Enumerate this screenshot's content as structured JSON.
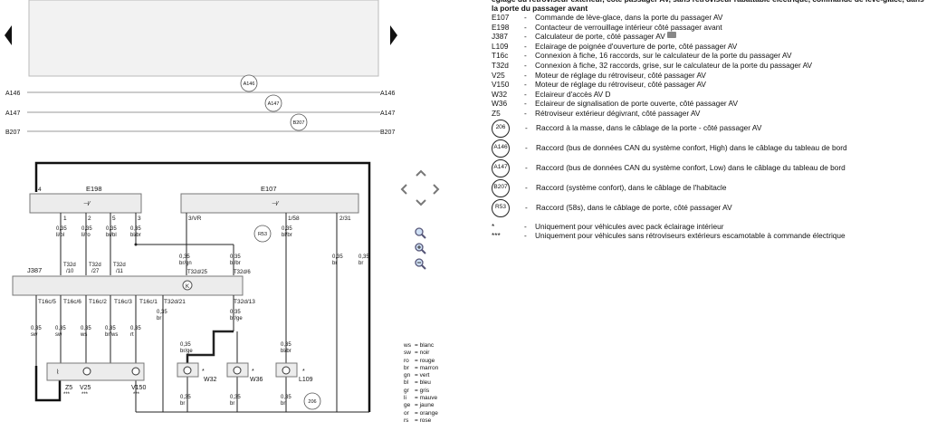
{
  "legend": {
    "title": "églage du rétroviseur extérieur, côté passager AV, sans rétroviseur rabattable électrique, commande de lève-glace, dans la porte du passager avant",
    "items": [
      {
        "code": "E107",
        "desc": "Commande de lève-glace, dans la porte du passager AV"
      },
      {
        "code": "E198",
        "desc": "Contacteur de verrouillage intérieur côté passager avant"
      },
      {
        "code": "J387",
        "desc": "Calculateur de porte, côté passager AV"
      },
      {
        "code": "L109",
        "desc": "Eclairage de poignée d'ouverture de porte, côté passager AV"
      },
      {
        "code": "T16c",
        "desc": "Connexion à fiche, 16 raccords, sur le calculateur de la porte du passager AV"
      },
      {
        "code": "T32d",
        "desc": "Connexion à fiche, 32 raccords, grise, sur le calculateur de la porte du passager AV"
      },
      {
        "code": "V25",
        "desc": "Moteur de réglage du rétroviseur, côté passager AV"
      },
      {
        "code": "V150",
        "desc": "Moteur de réglage du rétroviseur, côté passager AV"
      },
      {
        "code": "W32",
        "desc": "Eclaireur d'accès AV D"
      },
      {
        "code": "W36",
        "desc": "Eclaireur de signalisation de porte ouverte, côté passager AV"
      },
      {
        "code": "Z5",
        "desc": "Rétroviseur extérieur dégivrant, côté passager AV"
      }
    ],
    "circled": [
      {
        "code": "206",
        "desc": "Raccord à la masse, dans le câblage de la porte - côté passager AV"
      },
      {
        "code": "A146",
        "desc": "Raccord (bus de données CAN du système confort, High) dans le câblage du tableau de bord"
      },
      {
        "code": "A147",
        "desc": "Raccord (bus de données CAN du système confort, Low) dans le câblage du tableau de bord"
      },
      {
        "code": "B207",
        "desc": "Raccord (système confort), dans le câblage de l'habitacle"
      },
      {
        "code": "R53",
        "desc": "Raccord (58s), dans le câblage de porte, côté passager AV"
      }
    ],
    "notes": [
      {
        "mark": "*",
        "desc": "Uniquement pour véhicules avec pack éclairage intérieur"
      },
      {
        "mark": "***",
        "desc": "Uniquement pour véhicules sans rétroviseurs extérieurs escamotable à commande électrique"
      }
    ]
  },
  "color_key": [
    {
      "code": "ws",
      "name": "blanc"
    },
    {
      "code": "sw",
      "name": "noir"
    },
    {
      "code": "ro",
      "name": "rouge"
    },
    {
      "code": "br",
      "name": "marron"
    },
    {
      "code": "gn",
      "name": "vert"
    },
    {
      "code": "bl",
      "name": "bleu"
    },
    {
      "code": "gr",
      "name": "gris"
    },
    {
      "code": "li",
      "name": "mauve"
    },
    {
      "code": "ge",
      "name": "jaune"
    },
    {
      "code": "or",
      "name": "orange"
    },
    {
      "code": "rs",
      "name": "rose"
    }
  ],
  "diagram": {
    "bus_labels": [
      "A146",
      "A147",
      "B207"
    ],
    "bus_nodes": [
      "A146",
      "A147",
      "B207"
    ],
    "e198": "E198",
    "e107": "E107",
    "j387": "J387",
    "pin4": "4",
    "e198_pins": [
      "1",
      "2",
      "5",
      "3"
    ],
    "e107_pins": [
      "3/VR",
      "1/58",
      "2/31"
    ],
    "upper_wires": [
      {
        "size": "0,35",
        "color": "li/bl",
        "conn": "T32d",
        "pin": "/10"
      },
      {
        "size": "0,35",
        "color": "li/ro",
        "conn": "T32d",
        "pin": "/27"
      },
      {
        "size": "0,35",
        "color": "br/bl",
        "conn": "T32d",
        "pin": "/11"
      },
      {
        "size": "0,35",
        "color": "bl/br",
        "conn": "",
        "pin": ""
      },
      {
        "size": "0,35",
        "color": "br/gn",
        "conn": "T32d/25",
        "pin": ""
      },
      {
        "size": "0,35",
        "color": "bl/br",
        "conn": "T32d/6",
        "pin": ""
      },
      {
        "size": "0,35",
        "color": "bl/br",
        "conn": "",
        "pin": ""
      },
      {
        "size": "0,35",
        "color": "br",
        "conn": "",
        "pin": ""
      },
      {
        "size": "0,35",
        "color": "br",
        "conn": "",
        "pin": ""
      }
    ],
    "r53": "R53",
    "t16c_labels": [
      "T16c/5",
      "T16c/6",
      "T16c/2",
      "T16c/3",
      "T16c/1",
      "T32d/21",
      "T32d/13"
    ],
    "lower_wires": [
      {
        "size": "0,35",
        "color": "sw"
      },
      {
        "size": "0,35",
        "color": "sw"
      },
      {
        "size": "0,35",
        "color": "ws"
      },
      {
        "size": "0,35",
        "color": "br/ws"
      },
      {
        "size": "0,35",
        "color": "rt"
      },
      {
        "size": "0,35",
        "color": "br"
      },
      {
        "size": "0,35",
        "color": "br/ge"
      }
    ],
    "lamp_in_wires": [
      {
        "size": "0,35",
        "color": "br/ge"
      },
      {
        "size": "0,35",
        "color": "bl/br"
      }
    ],
    "lamp_out_wires": [
      {
        "size": "0,35",
        "color": "br"
      },
      {
        "size": "0,35",
        "color": "br"
      },
      {
        "size": "0,35",
        "color": "br"
      }
    ],
    "z5": "Z5",
    "v25": "V25",
    "v150": "V150",
    "w32": "W32",
    "w36": "W36",
    "l109": "L109",
    "ground": "206",
    "star": "*",
    "stars": "***"
  }
}
